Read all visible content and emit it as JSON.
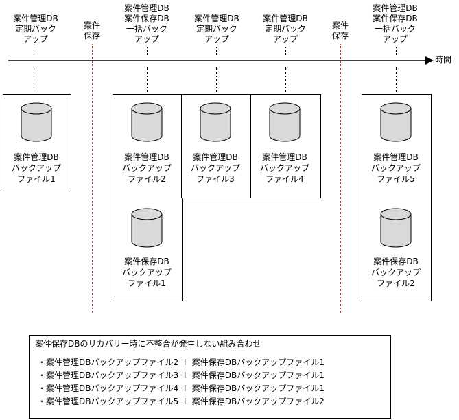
{
  "events": [
    {
      "label": "案件管理DB\n定期バック\nアップ"
    },
    {
      "label": "案件\n保存"
    },
    {
      "label": "案件管理DB\n案件保存DB\n一括バック\nアップ"
    },
    {
      "label": "案件管理DB\n定期バック\nアップ"
    },
    {
      "label": "案件管理DB\n定期バック\nアップ"
    },
    {
      "label": "案件\n保存"
    },
    {
      "label": "案件管理DB\n案件保存DB\n一括バック\nアップ"
    }
  ],
  "timeline_label": "時間",
  "files": {
    "mgmt1": "案件管理DB\nバックアップ\nファイル1",
    "mgmt2": "案件管理DB\nバックアップ\nファイル2",
    "mgmt3": "案件管理DB\nバックアップ\nファイル3",
    "mgmt4": "案件管理DB\nバックアップ\nファイル4",
    "mgmt5": "案件管理DB\nバックアップ\nファイル5",
    "store1": "案件保存DB\nバックアップ\nファイル1",
    "store2": "案件保存DB\nバックアップ\nファイル2"
  },
  "legend": {
    "title": "案件保存DBのリカバリー時に不整合が発生しない組み合わせ",
    "rows": [
      "・案件管理DBバックアップファイル2 ＋ 案件保存DBバックアップファイル1",
      "・案件管理DBバックアップファイル3 ＋ 案件保存DBバックアップファイル1",
      "・案件管理DBバックアップファイル4 ＋ 案件保存DBバックアップファイル1",
      "・案件管理DBバックアップファイル5 ＋ 案件保存DBバックアップファイル2"
    ]
  },
  "colors": {
    "save_line": "#e03030",
    "cylinder_fill": "#d9d9d9"
  }
}
